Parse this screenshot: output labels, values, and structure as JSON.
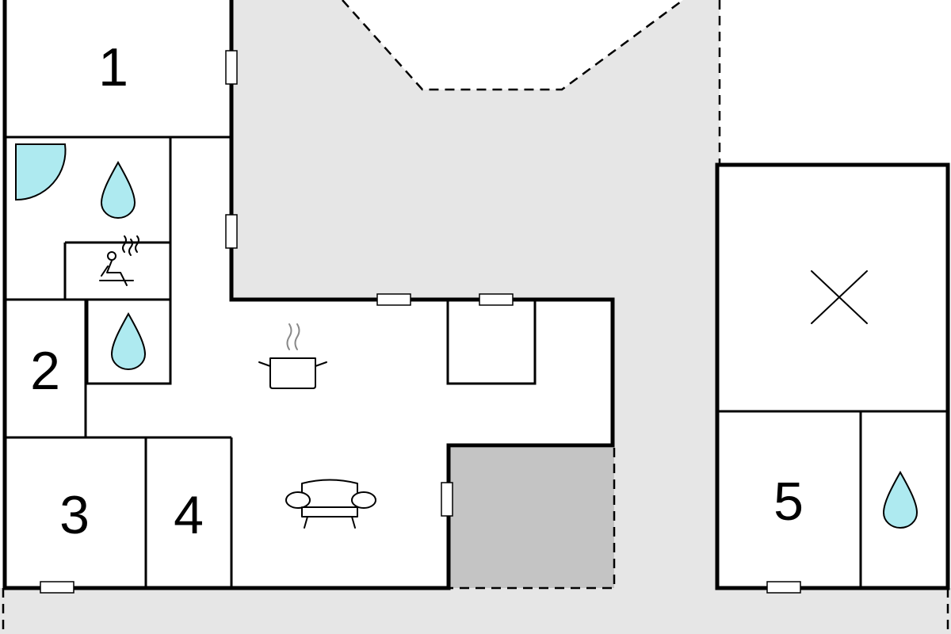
{
  "floorplan": {
    "rooms": [
      {
        "id": "1",
        "label": "1",
        "type": "bedroom"
      },
      {
        "id": "2",
        "label": "2",
        "type": "bedroom"
      },
      {
        "id": "3",
        "label": "3",
        "type": "bedroom"
      },
      {
        "id": "4",
        "label": "4",
        "type": "bedroom"
      },
      {
        "id": "5",
        "label": "5",
        "type": "bedroom"
      }
    ],
    "icons": [
      "water-drop-icon",
      "sauna-icon",
      "kitchen-pot-icon",
      "sofa-icon",
      "cross-icon",
      "shower-door-icon"
    ],
    "colors": {
      "water": "#aeeaf0",
      "terrace": "#e6e6e6",
      "covered": "#c4c4c4",
      "wall": "#000000",
      "room": "#ffffff"
    }
  }
}
